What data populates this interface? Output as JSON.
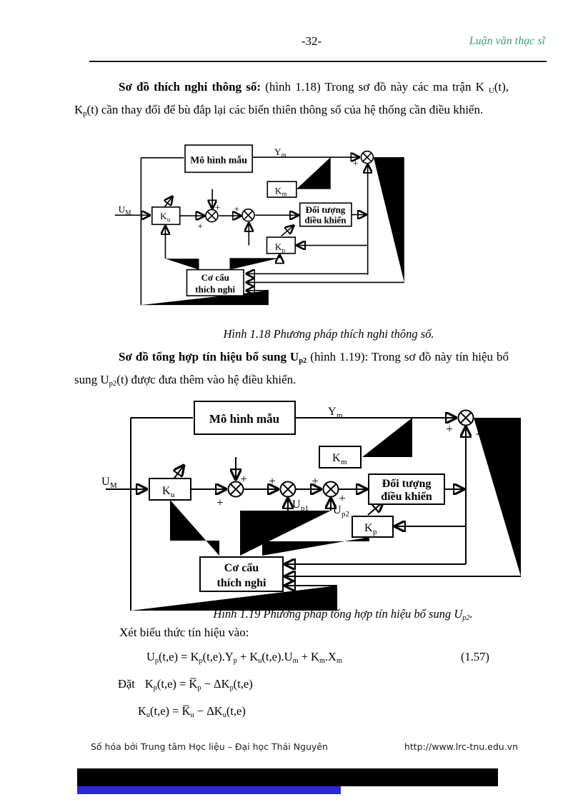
{
  "header": {
    "page_number": "-32-",
    "thesis_label": "Luận văn thạc sĩ",
    "accent_green": "#3f9e6b"
  },
  "para1": {
    "lead": "Sơ đồ thích nghi thông số:",
    "body": " (hình 1.18) Trong sơ đồ này các ma trận K _{U}(t), K_{p}(t) cần thay đổi để bù đắp lại các biến thiên thông số của hệ thống cần điều khiển."
  },
  "para2": {
    "lead": "Sơ đồ tổng hợp tín hiệu bổ sung U_{p2}",
    "body": " (hình 1.19): Trong sơ đồ này tín hiệu bổ sung U_{p2}(t) được đưa thêm vào hệ điều khiển."
  },
  "diagram_labels": {
    "model": "Mô hình mẫu",
    "plant_line1": "Đối tượng",
    "plant_line2": "điều khiển",
    "adapt_line1": "Cơ cấu",
    "adapt_line2": "thích nghi"
  },
  "sym": {
    "K": "K",
    "U": "U",
    "Y": "Y",
    "sub_u": "u",
    "sub_p": "p",
    "sub_m": "m",
    "sub_M": "M",
    "sub_p1": "p1",
    "sub_p2": "p2",
    "plus": "+",
    "minus": "-"
  },
  "fig1": {
    "caption": "Hình 1.18 Phương pháp thích nghi thông số."
  },
  "fig2": {
    "caption": "Hình 1.19 Phương pháp tổng hợp tín hiệu bổ sung U_{p2}."
  },
  "equations": {
    "intro": "Xét biểu thức tín hiệu vào:",
    "eq157": "U_{p}(t,e) = K_{p}(t,e).Y_{p} + K_{u}(t,e).U_{m} + K_{m}.X_{m}",
    "eq157_number": "(1.57)",
    "dat_label": "Đặt",
    "dat_eq1": "K_{p}(t,e) = K̅_{p} − ΔK_{p}(t,e)",
    "dat_eq2": "K_{u}(t,e) = K̅_{u} − ΔK_{u}(t,e)"
  },
  "footer": {
    "left": "Số hóa bởi Trung tâm Học liệu – Đại học Thái Nguyên",
    "right": "http://www.lrc-tnu.edu.vn",
    "bar_black": "#000000",
    "bar_blue": "#2a2ad0"
  }
}
